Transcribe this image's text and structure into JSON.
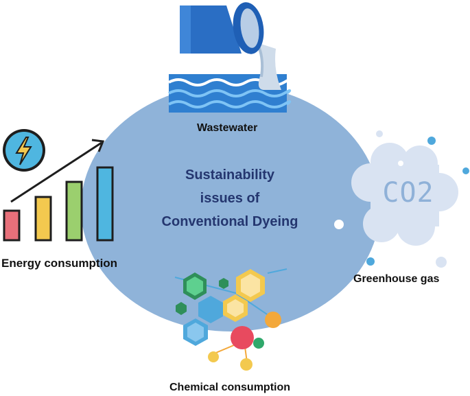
{
  "diagram": {
    "center_title_lines": [
      "Sustainability",
      "issues of",
      "Conventional Dyeing"
    ],
    "nodes": {
      "wastewater": {
        "label": "Wastewater",
        "icon": "water-pipe-icon"
      },
      "energy": {
        "label": "Energy consumption",
        "icon": "energy-bar-chart-icon"
      },
      "greenhouse": {
        "label": "Greenhouse gas",
        "icon": "co2-cloud-icon",
        "cloud_text": "CO2"
      },
      "chemical": {
        "label": "Chemical consumption",
        "icon": "molecule-hexagons-icon"
      }
    }
  },
  "colors": {
    "ellipse": "#8fb3d9",
    "title": "#24366f",
    "water": "#2f7fd0",
    "pipe": "#1f5fb5",
    "bar_red": "#e8707a",
    "bar_yellow": "#f3c94f",
    "bar_green": "#9bcf6e",
    "bar_blue": "#4fb6e0",
    "cloud": "#d9e3f2"
  }
}
